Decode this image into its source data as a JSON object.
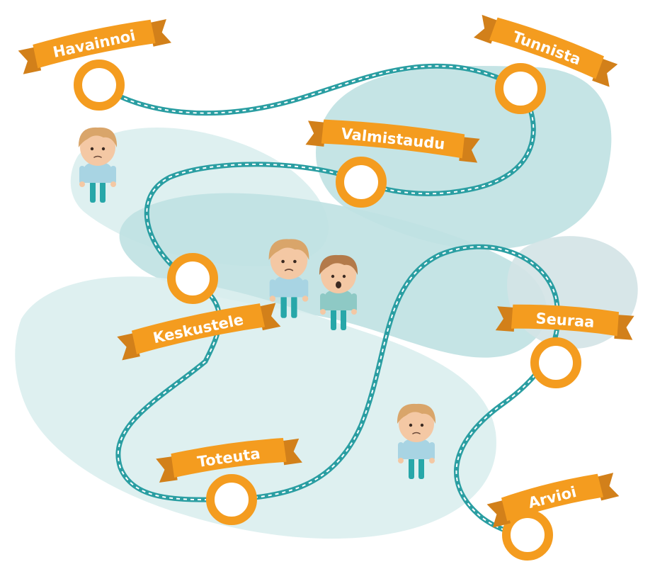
{
  "colors": {
    "blob_light": "#daeeee",
    "blob_mid": "#bfe1e2",
    "blob_grey": "#d3e3e6",
    "path_stroke": "#2a9ea2",
    "path_dash": "#ffffff",
    "ring": "#f49c1f",
    "banner": "#f49c1f",
    "banner_shade": "#d2801a",
    "label_text": "#ffffff",
    "skin": "#f4c8a4",
    "hair": "#d9a56a",
    "hair_dark": "#b37a4a",
    "shirt": "#a8d4e3",
    "shirt_dark": "#8ec9c5",
    "pants": "#27a7a9"
  },
  "steps": [
    {
      "label": "Havainnoi",
      "icon": "milestone-ring-icon"
    },
    {
      "label": "Tunnista",
      "icon": "milestone-ring-icon"
    },
    {
      "label": "Valmistaudu",
      "icon": "milestone-ring-icon"
    },
    {
      "label": "Keskustele",
      "icon": "milestone-ring-icon"
    },
    {
      "label": "Toteuta",
      "icon": "milestone-ring-icon"
    },
    {
      "label": "Seuraa",
      "icon": "milestone-ring-icon"
    },
    {
      "label": "Arvioi",
      "icon": "milestone-ring-icon"
    }
  ],
  "figures": [
    {
      "icon": "person-thinking-icon",
      "expression": "frown"
    },
    {
      "icon": "person-thinking-icon",
      "expression": "frown"
    },
    {
      "icon": "person-talking-icon",
      "expression": "open-mouth"
    },
    {
      "icon": "person-thinking-icon",
      "expression": "frown"
    }
  ]
}
